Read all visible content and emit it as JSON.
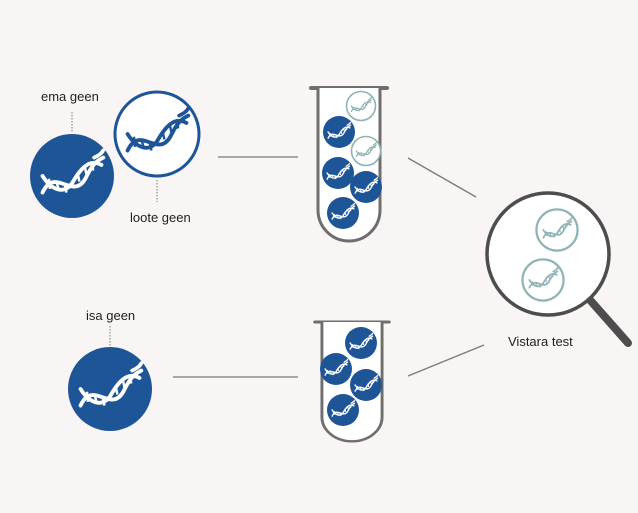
{
  "labels": {
    "mother_gene": "ema geen",
    "fetal_gene": "loote geen",
    "father_gene": "isa geen",
    "test_name": "Vistara test"
  },
  "colors": {
    "background": "#f8f5f4",
    "dna_blue": "#1e5596",
    "fetal_outline": "#8fb3b6",
    "line_gray": "#7a7a7a",
    "tube_outline": "#6e6e6e",
    "magnifier_frame": "#4d4d4d"
  },
  "icons": [
    "dna-icon",
    "test-tube-icon",
    "magnifying-glass-icon"
  ]
}
